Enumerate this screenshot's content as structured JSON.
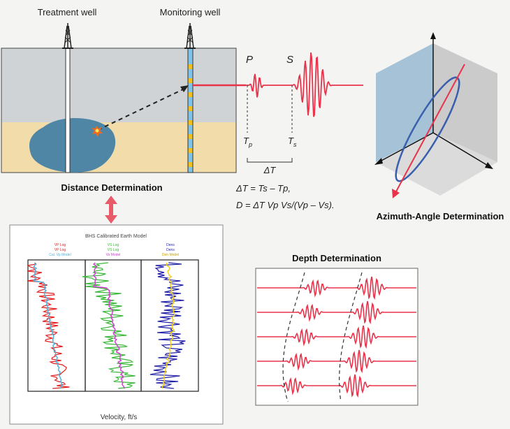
{
  "labels": {
    "treatment_well": "Treatment well",
    "monitoring_well": "Monitoring well",
    "distance": "Distance Determination",
    "azimuth": "Azimuth-Angle Determination",
    "depth": "Depth Determination",
    "p_wave": "P",
    "s_wave": "S",
    "tp": "T",
    "tp_sub": "p",
    "ts": "T",
    "ts_sub": "s",
    "delta_t": "ΔT",
    "eq1": "ΔT = Ts – Tp,",
    "eq2": "D = ΔT Vp Vs/(Vp – Vs).",
    "log_x_axis": "Velocity, ft/s",
    "log_title": "BHS Calibrated Earth Model",
    "log_legend_1": [
      "VP Log",
      "VP Log",
      "Cal. Vp Model"
    ],
    "log_legend_2": [
      "VS Log",
      "VS Log",
      "Vs Model"
    ],
    "log_legend_3": [
      "Dens",
      "Dens",
      "Den Model"
    ]
  },
  "colors": {
    "sky": "#cfd3d6",
    "sand": "#f2dcaa",
    "fracture": "#4f86a6",
    "signal": "#e8334a",
    "cube_left": "#9cbdd4",
    "cube_right": "#c8c6c6",
    "cube_bottom": "#d9d8d8",
    "arrow_accent": "#e85a6a",
    "blue_curve": "#3a5fae",
    "log_red": "#e32020",
    "log_green": "#3ab83a",
    "log_blue": "#2020a8",
    "log_yellow": "#f0d020",
    "log_cyan": "#50b0d8",
    "log_magenta": "#d040d0"
  },
  "icons": [
    "derrick-icon",
    "double-arrow-icon",
    "microseismic-event-icon"
  ]
}
